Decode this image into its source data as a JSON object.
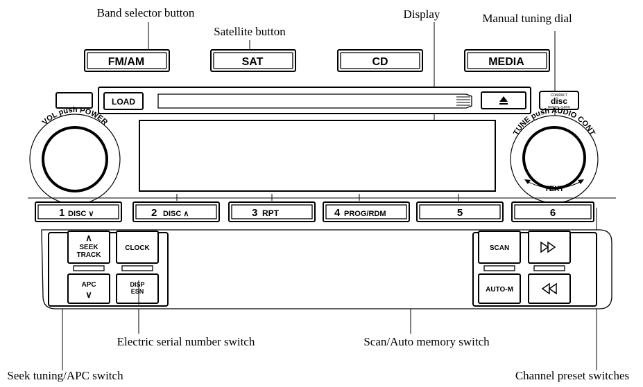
{
  "callouts": {
    "band_selector": "Band selector button",
    "satellite": "Satellite button",
    "display": "Display",
    "manual_tuning": "Manual tuning dial",
    "esn_switch": "Electric serial number switch",
    "scan_auto": "Scan/Auto memory switch",
    "seek_apc": "Seek tuning/APC switch",
    "channel_preset": "Channel preset switches"
  },
  "top_buttons": {
    "fmam": "FM/AM",
    "sat": "SAT",
    "cd": "CD",
    "media": "MEDIA"
  },
  "cd_slot": {
    "load": "LOAD",
    "eject_icon": "eject-icon",
    "logo_line1": "COMPACT",
    "logo_line2": "disc",
    "logo_line3": "DIGITAL AUDIO"
  },
  "knobs": {
    "vol_label": "VOL push POWER",
    "tune_label": "TUNE push AUDIO CONT",
    "text_label": "TEXT"
  },
  "presets": [
    {
      "num": "1",
      "sub": "DISC ∨"
    },
    {
      "num": "2",
      "sub": "DISC ∧"
    },
    {
      "num": "3",
      "sub": "RPT"
    },
    {
      "num": "4",
      "sub": "PROG/RDM"
    },
    {
      "num": "5",
      "sub": ""
    },
    {
      "num": "6",
      "sub": ""
    }
  ],
  "lower_left": {
    "seek_up_arrow": "∧",
    "seek_line1": "SEEK",
    "seek_line2": "TRACK",
    "apc": "APC",
    "apc_down_arrow": "∨",
    "clock": "CLOCK",
    "disp": "DISP",
    "esn": "ESN"
  },
  "lower_right": {
    "scan": "SCAN",
    "auto_m": "AUTO-M",
    "ff_icon": "fast-forward-icon",
    "rew_icon": "rewind-icon"
  }
}
